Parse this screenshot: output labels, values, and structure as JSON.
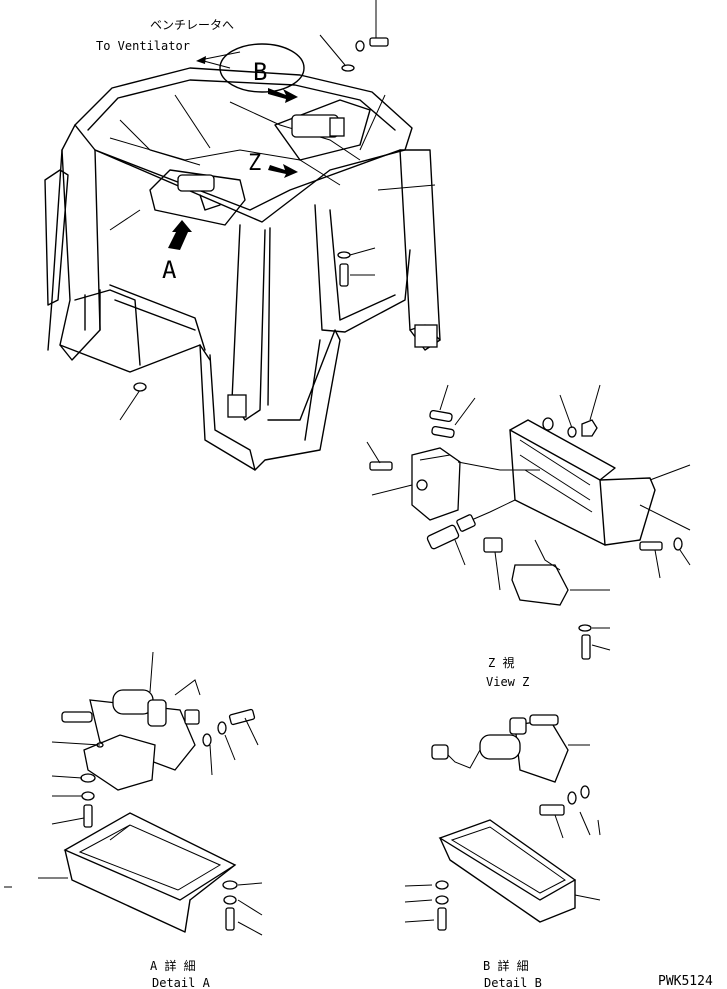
{
  "labels": {
    "ventilator_jp": "ベンチレータへ",
    "ventilator_en": "To Ventilator",
    "letter_b": "B",
    "letter_z": "Z",
    "letter_a": "A",
    "view_z_jp": "Z  視",
    "view_z_en": "View Z",
    "detail_a_jp": "A 詳 細",
    "detail_a_en": "Detail A",
    "detail_b_jp": "B 詳 細",
    "detail_b_en": "Detail B",
    "part_code": "PWK5124"
  }
}
